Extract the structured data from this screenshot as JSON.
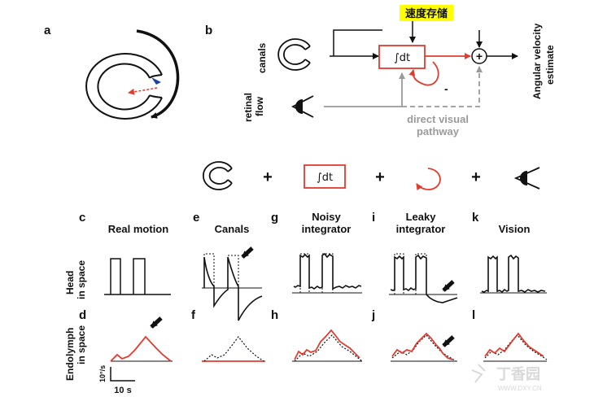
{
  "panels": {
    "a": "a",
    "b": "b",
    "c": "c",
    "d": "d",
    "e": "e",
    "f": "f",
    "g": "g",
    "h": "h",
    "i": "i",
    "j": "j",
    "k": "k",
    "l": "l"
  },
  "panel_b": {
    "canals_label": "canals",
    "retinal_flow_label_1": "retinal",
    "retinal_flow_label_2": "flow",
    "integrator_label": "∫dt",
    "minus_label": "-",
    "plus_label": "+",
    "output_label_1": "Angular velocity",
    "output_label_2": "estimate",
    "direct_pathway_1": "direct visual",
    "direct_pathway_2": "pathway",
    "velocity_storage_tag": "速度存储"
  },
  "equation": {
    "integrator_label": "∫dt",
    "plus": "+"
  },
  "columns": [
    {
      "title_1": "Real motion",
      "title_2": ""
    },
    {
      "title_1": "Canals",
      "title_2": ""
    },
    {
      "title_1": "Noisy",
      "title_2": "integrator"
    },
    {
      "title_1": "Leaky",
      "title_2": "integrator"
    },
    {
      "title_1": "Vision",
      "title_2": ""
    }
  ],
  "row_labels": {
    "head_1": "Head",
    "head_2": "in space",
    "endo_1": "Endolymph",
    "endo_2": "in space"
  },
  "scale_bar": {
    "y_label": "10°/s",
    "x_label": "10 s"
  },
  "watermark": {
    "text": "丁香园",
    "url": "WWW.DXY.CN"
  },
  "colors": {
    "red": "#e23b30",
    "black": "#111111",
    "gray": "#9a9a9a",
    "blue": "#2040a0",
    "tag_bg": "#ffff00"
  }
}
